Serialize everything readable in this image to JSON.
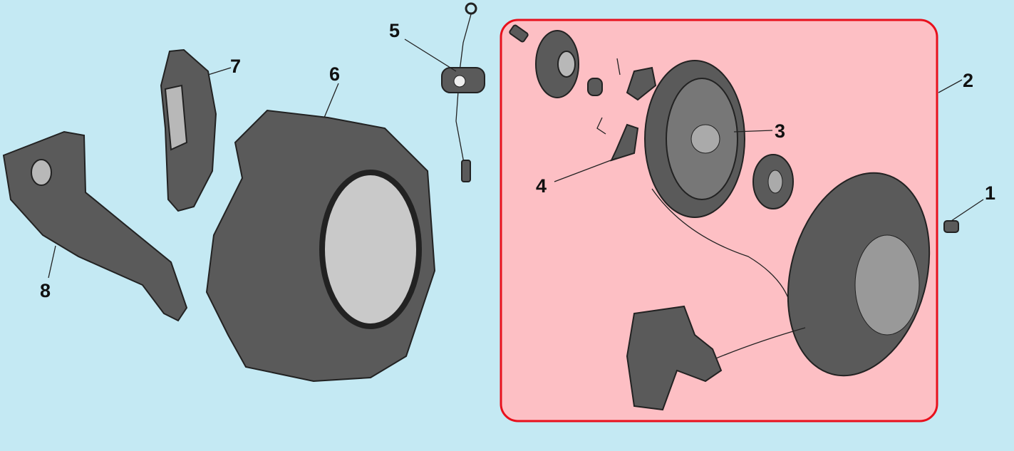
{
  "diagram": {
    "colors": {
      "background": "#c4e9f3",
      "assembly_fill": "#fdbfc4",
      "assembly_border": "#e8101c"
    },
    "callouts": [
      {
        "id": "1",
        "text": "1"
      },
      {
        "id": "2",
        "text": "2"
      },
      {
        "id": "3",
        "text": "3"
      },
      {
        "id": "4",
        "text": "4"
      },
      {
        "id": "5",
        "text": "5"
      },
      {
        "id": "6",
        "text": "6"
      },
      {
        "id": "7",
        "text": "7"
      },
      {
        "id": "8",
        "text": "8"
      }
    ]
  }
}
